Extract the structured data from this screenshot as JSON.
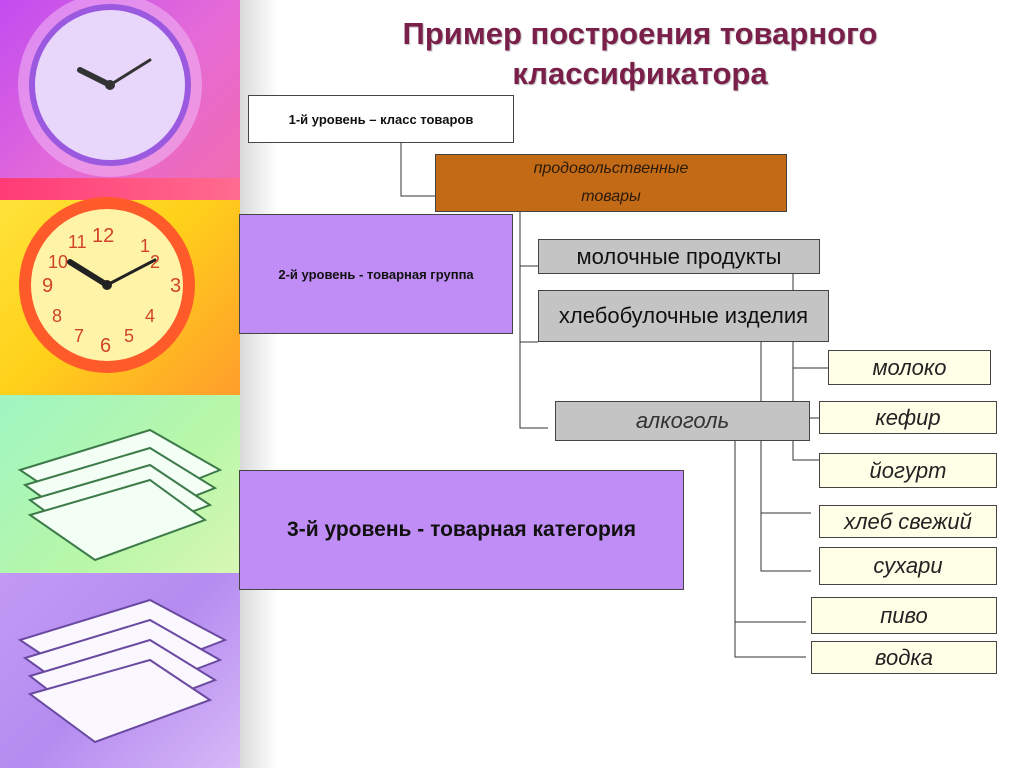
{
  "title": {
    "line1": "Пример построения товарного",
    "line2": "классификатора"
  },
  "levels": {
    "level1": "1-й уровень – класс товаров",
    "level2": "2-й уровень - товарная группа",
    "level3": "3-й уровень - товарная категория"
  },
  "class_node": {
    "line1": "продовольственные",
    "line2": "товары"
  },
  "groups": [
    "молочные продукты",
    "хлебобулочные изделия",
    "алкоголь"
  ],
  "categories": [
    "молоко",
    "кефир",
    "йогурт",
    "хлеб свежий",
    "сухари",
    "пиво",
    "водка"
  ],
  "colors": {
    "title": "#7a1f4a",
    "level_box": "#c08cf5",
    "class_box": "#c26a16",
    "group_box": "#c4c4c4",
    "category_box": "#ffffe8"
  }
}
